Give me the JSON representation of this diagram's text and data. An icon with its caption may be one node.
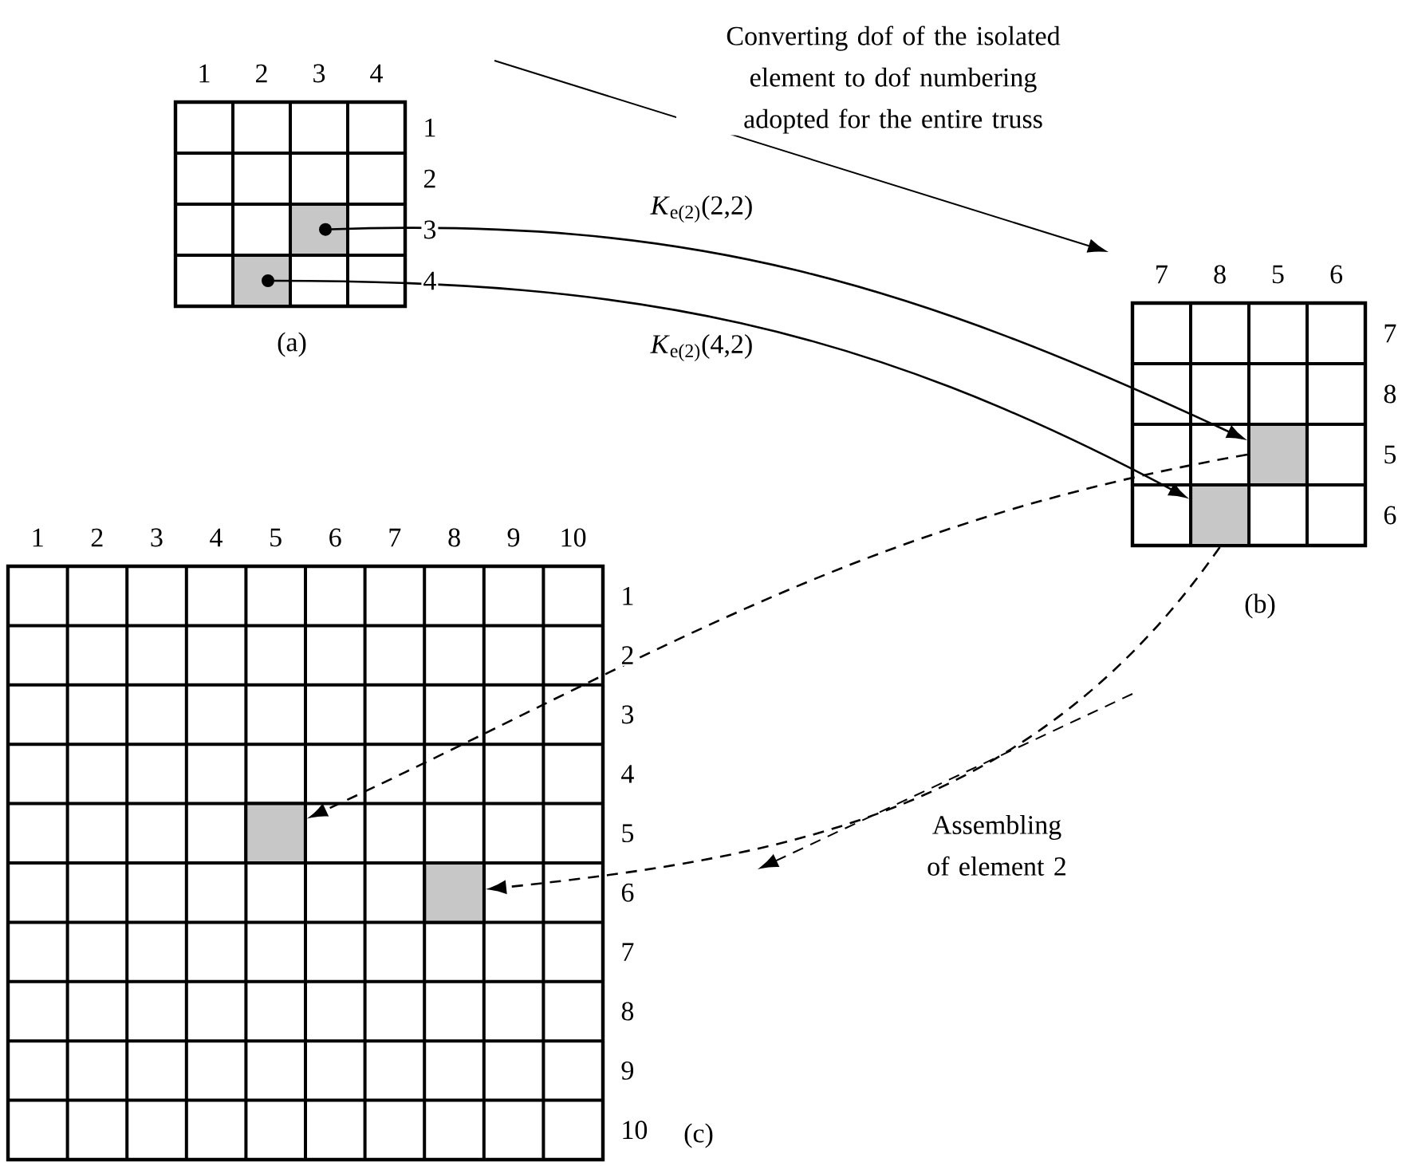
{
  "diagram": {
    "nodes": [
      {
        "text": [],
        "shape": "box",
        "beside": [
          "(a)"
        ]
      },
      {
        "text": [],
        "shape": "box",
        "in": 0
      },
      {
        "text": [],
        "shape": "box",
        "in": 0
      },
      {
        "text": [],
        "shape": "box",
        "beside": [
          "(b)"
        ]
      },
      {
        "text": [],
        "shape": "box",
        "in": 3
      },
      {
        "text": [],
        "shape": "box",
        "in": 3
      },
      {
        "text": [],
        "shape": "box",
        "beside": [
          "(c)"
        ]
      },
      {
        "text": [],
        "shape": "box",
        "in": 6
      },
      {
        "text": [],
        "shape": "box",
        "in": 6
      }
    ],
    "edges": [
      {
        "from": 1,
        "to": 4,
        "arrow": "to",
        "label": "*K*$_{e(2)}$(2,2)"
      },
      {
        "from": 2,
        "to": 5,
        "arrow": "to",
        "label": "*K*$_{e(2)}$(4,2)"
      },
      {
        "from": 4,
        "to": 7,
        "arrow": "to",
        "style": "dashed"
      },
      {
        "from": 5,
        "to": 8,
        "arrow": "to",
        "style": "dashed"
      }
    ],
    "labels": [
      "1",
      "2",
      "3",
      "4",
      "1",
      "2",
      "3",
      "4",
      "7",
      "8",
      "5",
      "6",
      "7",
      "8",
      "5",
      "6",
      "1",
      "2",
      "3",
      "4",
      "5",
      "6",
      "7",
      "8",
      "9",
      "10",
      "1",
      "2",
      "3",
      "4",
      "5",
      "6",
      "7",
      "8",
      "9",
      "10",
      "Converting dof of the isolated element to dof numbering adopted for the entire truss",
      "Assembling of element 2"
    ]
  }
}
